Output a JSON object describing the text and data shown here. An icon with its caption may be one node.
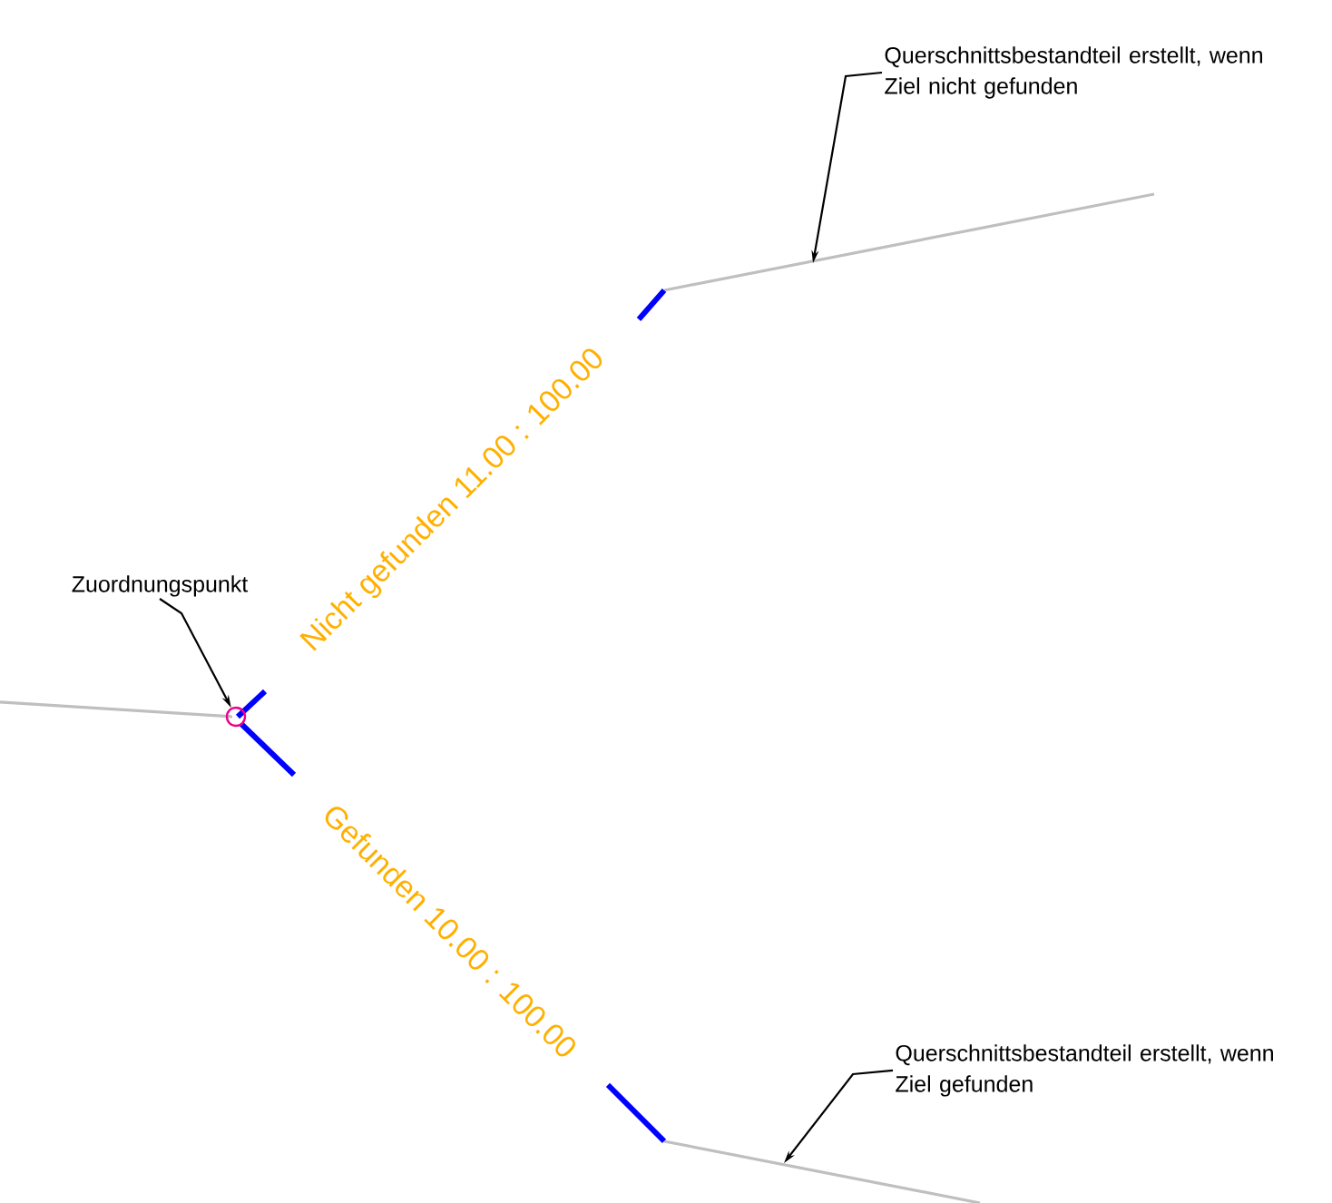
{
  "diagram": {
    "nodes": [
      {
        "text": [
          "Zuordnungspunkt"
        ]
      },
      {
        "text": [],
        "shape": "circle"
      },
      {
        "text": [
          "Querschnittsbestandteil erstellt, wenn Ziel nicht gefunden"
        ]
      },
      {
        "text": [
          "Querschnittsbestandteil erstellt, wenn Ziel gefunden"
        ]
      }
    ],
    "edges": [
      {
        "from": 0,
        "to": 1,
        "arrow": "to"
      },
      {
        "from": 2,
        "to": null,
        "arrow": "to"
      },
      {
        "from": 3,
        "to": null,
        "arrow": "to"
      }
    ],
    "labels": [
      "Nicht gefunden 11.00 : 100.00",
      "Gefunden 10.00 : 100.00"
    ]
  }
}
